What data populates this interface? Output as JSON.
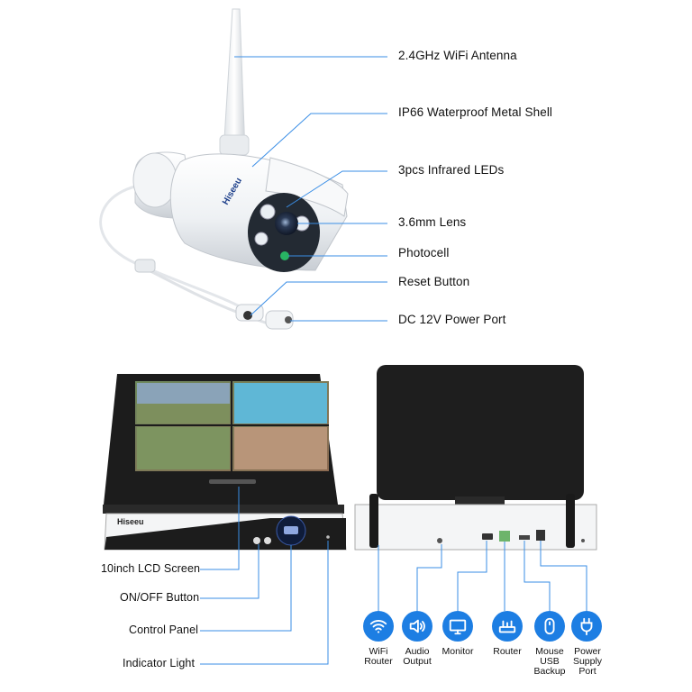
{
  "camera": {
    "brand": "Hiseeu",
    "callouts": [
      {
        "label": "2.4GHz WiFi Antenna"
      },
      {
        "label": "IP66 Waterproof Metal Shell"
      },
      {
        "label": "3pcs Infrared LEDs"
      },
      {
        "label": "3.6mm Lens"
      },
      {
        "label": "Photocell"
      },
      {
        "label": "Reset Button"
      },
      {
        "label": "DC 12V Power Port"
      }
    ]
  },
  "nvr": {
    "brand": "Hiseeu",
    "front_callouts": [
      {
        "label": "10inch LCD Screen"
      },
      {
        "label": "ON/OFF Button"
      },
      {
        "label": "Control Panel"
      },
      {
        "label": "Indicator Light"
      }
    ],
    "ports": [
      {
        "label_lines": [
          "WiFi",
          "Router"
        ],
        "icon": "wifi-icon"
      },
      {
        "label_lines": [
          "Audio",
          "Output"
        ],
        "icon": "speaker-icon"
      },
      {
        "label_lines": [
          "Monitor"
        ],
        "icon": "monitor-icon"
      },
      {
        "label_lines": [
          "Router"
        ],
        "icon": "router-icon"
      },
      {
        "label_lines": [
          "Mouse",
          "USB",
          "Backup"
        ],
        "icon": "mouse-icon"
      },
      {
        "label_lines": [
          "Power",
          "Supply",
          "Port"
        ],
        "icon": "power-plug-icon"
      }
    ]
  },
  "colors": {
    "accent": "#1d7ee3",
    "leader_line": "#3a8ee6",
    "device_dark": "#1c1c1c"
  }
}
